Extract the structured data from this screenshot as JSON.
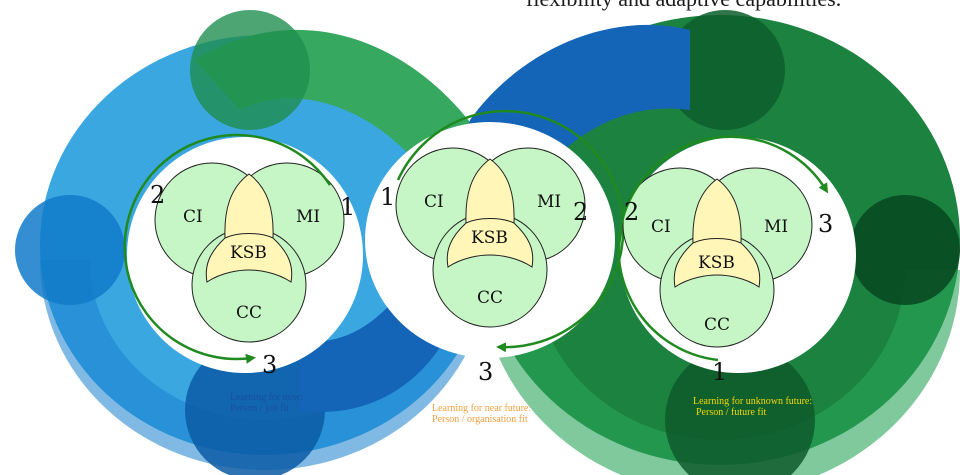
{
  "top_text": "flexibility and adaptive capabilities.",
  "colors": {
    "light_blue": "#3aa7e0",
    "mid_blue": "#1874c6",
    "dark_blue": "#0b5aa6",
    "light_green": "#3aa85f",
    "mid_green": "#1f8844",
    "dark_green": "#0d5e2c",
    "venn_fill": "#c6f6c6",
    "venn_center": "#fff6b8",
    "arrow": "#1f8a1f"
  },
  "venn_labels": {
    "ci": "CI",
    "mi": "MI",
    "cc": "CC",
    "ksb": "KSB"
  },
  "diagrams": [
    {
      "name": "left",
      "n1": "1",
      "n2": "2",
      "n3": "3",
      "caption1": "Learning for now:",
      "caption2": "Person / job fit",
      "caption_color": "#1a4fa0"
    },
    {
      "name": "middle",
      "n1": "1",
      "n2": "2",
      "n3": "3",
      "caption1": "Learning for near future:",
      "caption2": "Person / organisation fit",
      "caption_color": "#f0a040"
    },
    {
      "name": "right",
      "n1": "1",
      "n2": "2",
      "n3": "3",
      "caption1": "Learning for unknown future:",
      "caption2": "Person / future fit",
      "caption_color": "#f5d800"
    }
  ]
}
